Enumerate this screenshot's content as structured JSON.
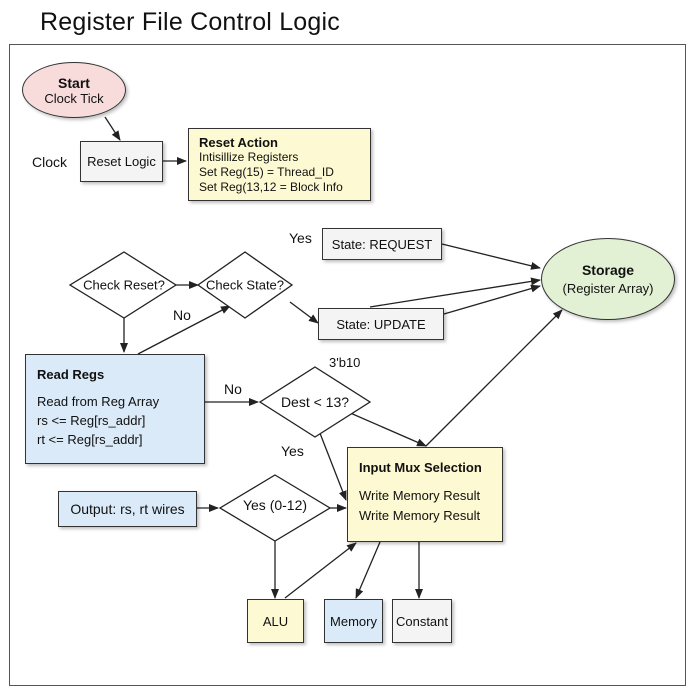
{
  "title": "Register File Control Logic",
  "start": {
    "title": "Start",
    "subtitle": "Clock Tick"
  },
  "clock_label": "Clock",
  "reset_logic": "Reset Logic",
  "reset_action": {
    "title": "Reset Action",
    "lines": [
      "Intisillize Registers",
      "Set Reg(15) = Thread_ID",
      "Set Reg(13,12 = Block Info"
    ]
  },
  "state_request": "State: REQUEST",
  "state_update": "State: UPDATE",
  "storage": {
    "title": "Storage",
    "subtitle": "(Register Array)"
  },
  "check_reset": "Check Reset?",
  "check_state": "Check State?",
  "dest_check": "Dest < 13?",
  "yes_range": "Yes (0-12)",
  "read_regs": {
    "title": "Read Regs",
    "lines": [
      "Read from Reg Array",
      "rs <= Reg[rs_addr]",
      "rt <= Reg[rs_addr]"
    ]
  },
  "input_mux": {
    "title": "Input Mux Selection",
    "lines": [
      "Write Memory Result",
      "Write Memory Result"
    ]
  },
  "output_wires": "Output: rs, rt wires",
  "alu": "ALU",
  "memory": "Memory",
  "constant": "Constant",
  "edge_labels": {
    "yes_top": "Yes",
    "no_mid": "No",
    "no_dest": "No",
    "yes_dest": "Yes",
    "code": "3'b10"
  },
  "colors": {
    "start_fill": "#f8dcdc",
    "reset_action_fill": "#fdf9d2",
    "read_regs_fill": "#dbeaf8",
    "storage_fill": "#e2f1d4"
  }
}
